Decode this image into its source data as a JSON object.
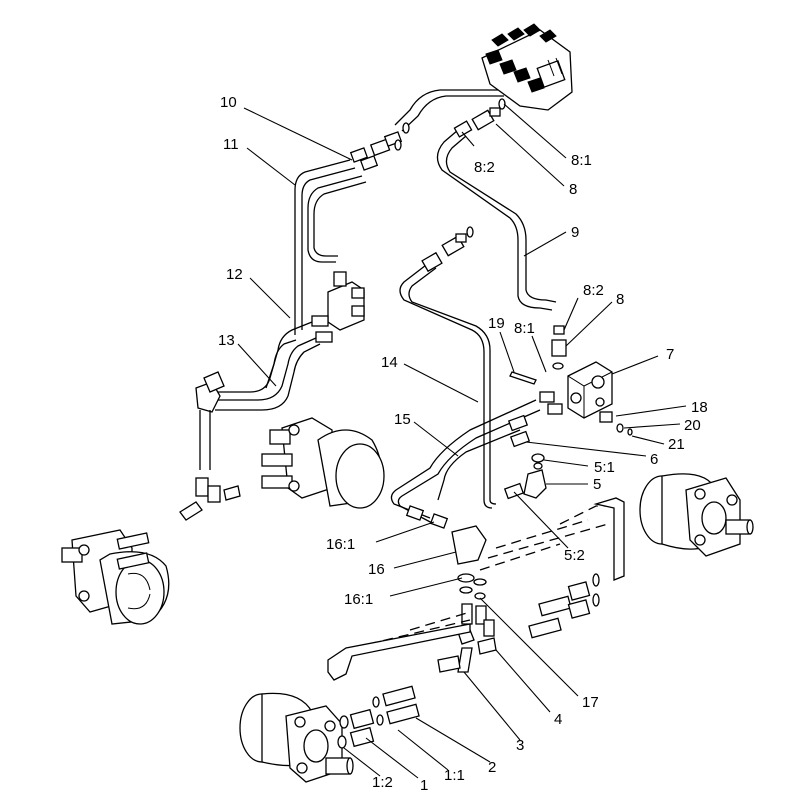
{
  "labels": [
    {
      "id": "10",
      "text": "10"
    },
    {
      "id": "11",
      "text": "11"
    },
    {
      "id": "12",
      "text": "12"
    },
    {
      "id": "13",
      "text": "13"
    },
    {
      "id": "14",
      "text": "14"
    },
    {
      "id": "15",
      "text": "15"
    },
    {
      "id": "8-2-top",
      "text": "8:2"
    },
    {
      "id": "8-1-top",
      "text": "8:1"
    },
    {
      "id": "8-top",
      "text": "8"
    },
    {
      "id": "9",
      "text": "9"
    },
    {
      "id": "8-2-mid",
      "text": "8:2"
    },
    {
      "id": "8-mid",
      "text": "8"
    },
    {
      "id": "19",
      "text": "19"
    },
    {
      "id": "8-1-mid",
      "text": "8:1"
    },
    {
      "id": "7",
      "text": "7"
    },
    {
      "id": "18",
      "text": "18"
    },
    {
      "id": "20",
      "text": "20"
    },
    {
      "id": "21",
      "text": "21"
    },
    {
      "id": "6",
      "text": "6"
    },
    {
      "id": "5-1",
      "text": "5:1"
    },
    {
      "id": "5",
      "text": "5"
    },
    {
      "id": "5-2",
      "text": "5:2"
    },
    {
      "id": "16-1-a",
      "text": "16:1"
    },
    {
      "id": "16",
      "text": "16"
    },
    {
      "id": "16-1-b",
      "text": "16:1"
    },
    {
      "id": "17",
      "text": "17"
    },
    {
      "id": "4",
      "text": "4"
    },
    {
      "id": "3",
      "text": "3"
    },
    {
      "id": "2",
      "text": "2"
    },
    {
      "id": "1-1",
      "text": "1:1"
    },
    {
      "id": "1",
      "text": "1"
    },
    {
      "id": "1-2",
      "text": "1:2"
    }
  ]
}
